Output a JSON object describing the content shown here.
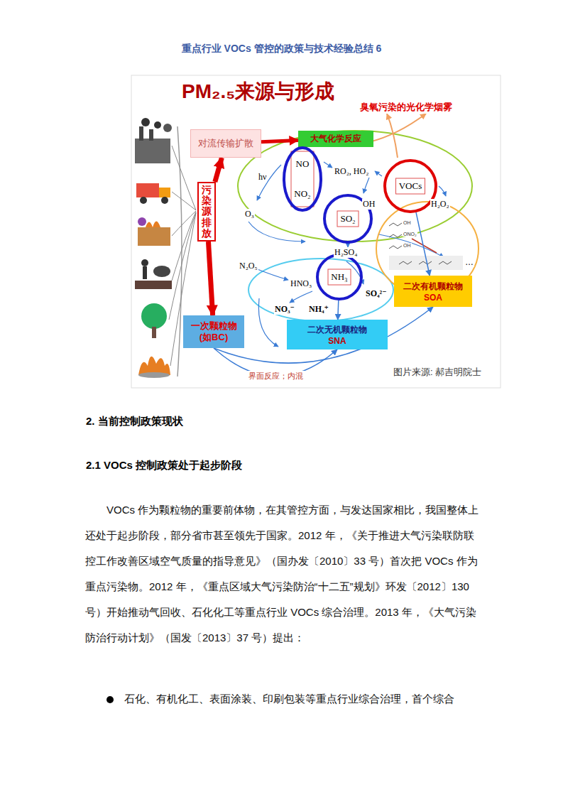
{
  "diagram": {
    "title": "PM₂.₅来源与形成",
    "nodes": [
      {
        "text": [
          "对流传输扩散"
        ]
      },
      {
        "text": [
          "大气化学反应"
        ]
      },
      {
        "text": [
          "污染源排放"
        ]
      },
      {
        "text": [
          "NO",
          "NO₂"
        ]
      },
      {
        "text": [
          "SO₂"
        ]
      },
      {
        "text": [
          "VOCs"
        ]
      },
      {
        "text": [
          "NH₃"
        ]
      },
      {
        "text": [
          "一次颗粒物 (如BC)"
        ]
      },
      {
        "text": [
          "二次无机颗粒物",
          "SNA"
        ]
      },
      {
        "text": [
          "二次有机颗粒物",
          "SOA"
        ]
      }
    ],
    "edges": [
      {
        "from": 2,
        "to": 0,
        "arrow": "to"
      },
      {
        "from": 2,
        "to": 7,
        "arrow": "to"
      },
      {
        "from": 0,
        "to": 1,
        "arrow": "to"
      },
      {
        "from": 7,
        "to": 8,
        "label": "界面反应；内混",
        "arrow": "to"
      },
      {
        "from": 7,
        "to": 9,
        "arrow": "to"
      },
      {
        "from": 5,
        "to": 9,
        "arrow": "to"
      },
      {
        "from": 6,
        "to": 8,
        "arrow": "to"
      }
    ],
    "labels": [
      "重点行业 VOCs 管控的政策与技术经验总结 6",
      "臭氧污染的光化学烟雾",
      "hν",
      "O₃",
      "RO₂, HO₂",
      "OH",
      "H₂O₂",
      "H₂SO₄",
      "N₂O₅",
      "HNO₃",
      "NO₃⁻",
      "NH₄⁺",
      "SO₄²⁻",
      "图片来源: 郝吉明院士",
      "…",
      "2. 当前控制政策现状",
      "2.1 VOCs 控制政策处于起步阶段",
      "VOCs 作为颗粒物的重要前体物，在其管控方面，与发达国家相比，我国整体上还处于起步阶段，部分省市甚至领先于国家。2012 年，《关于推进大气污染联防联控工作改善区域空气质量的指导意见》（国办发〔2010〕33 号）首次把 VOCs 作为重点污染物。2012 年，《重点区域大气污染防治“十二五”规划》环发〔2012〕130 号）开始推动气回收、石化化工等重点行业 VOCs 综合治理。2013 年，《大气污染防治行动计划》（国发〔2013〕37 号）提出：",
      "石化、有机化工、表面涂装、印刷包装等重点行业综合治理，首个综合",
      "OH",
      "ONO₂",
      "OH"
    ]
  }
}
